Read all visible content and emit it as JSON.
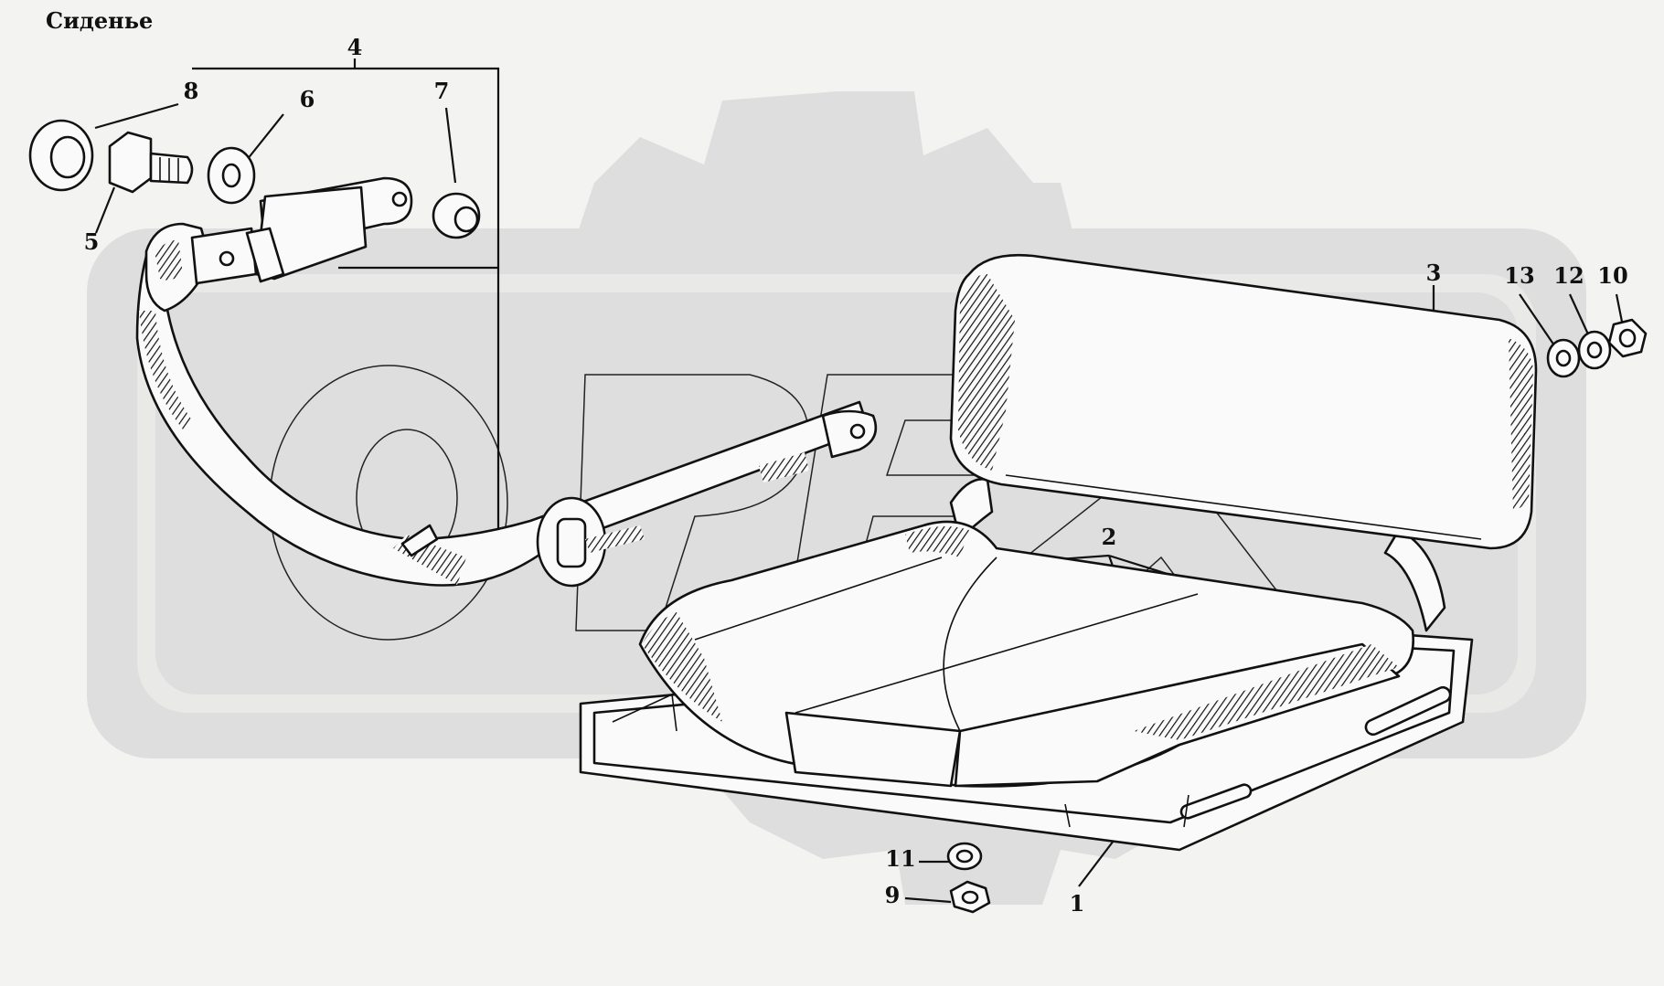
{
  "title": "Сиденье",
  "watermark": "ОРЕХ",
  "callouts": {
    "c1": "1",
    "c2": "2",
    "c3": "3",
    "c4": "4",
    "c5": "5",
    "c6": "6",
    "c7": "7",
    "c8": "8",
    "c9": "9",
    "c10": "10",
    "c11": "11",
    "c12": "12",
    "c13": "13"
  }
}
